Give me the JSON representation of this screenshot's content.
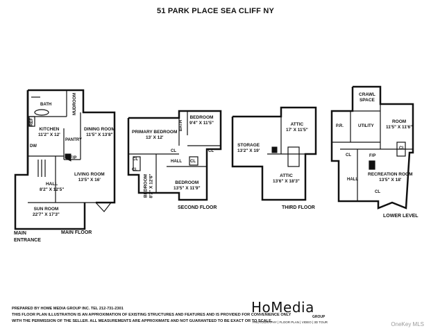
{
  "title": "51 PARK PLACE SEA CLIFF NY",
  "floors": {
    "main": {
      "caption": "MAIN FLOOR",
      "entrance": "MAIN\nENTRANCE",
      "rooms": {
        "bath": "BATH",
        "mudroom": "MUDROOM",
        "ref": "REF",
        "kitchen": "KITCHEN\n11'2\" X 12'",
        "dw": "DW",
        "pantry": "PANTRY",
        "dining": "DINING ROOM\n11'5\" X 13'8\"",
        "fp": "F/P",
        "hall": "HALL\n8'2\" X 12'5\"",
        "living": "LIVING ROOM\n13'5\" X 16'",
        "sun": "SUN ROOM\n22'7\" X 17'3\""
      }
    },
    "second": {
      "caption": "SECOND FLOOR",
      "rooms": {
        "primary": "PRIMARY BEDROOM\n13' X 12'",
        "bath": "BATH",
        "bed1": "BEDROOM\n9'4\" X 11'5\"",
        "hall": "HALL",
        "bed2": "BEDROOM\n13'5\" X 11'9\"",
        "bed3": "BEDROOM\n8'2\" X 12'6\"",
        "cl": "CL"
      }
    },
    "third": {
      "caption": "THIRD FLOOR",
      "rooms": {
        "storage": "STORAGE\n13'2\" X 19'",
        "attic1": "ATTIC\n17' X 11'5\"",
        "attic2": "ATTIC\n13'6\" X 18'3\""
      }
    },
    "lower": {
      "caption": "LOWER LEVEL",
      "rooms": {
        "crawl": "CRAWL\nSPACE",
        "pr": "P.R.",
        "utility": "UTILITY",
        "room": "ROOM\n11'5\" X 11'6\"",
        "hall": "HALL",
        "fp": "F/P",
        "rec": "RECREATION ROOM\n13'5\" X 18'",
        "cl": "CL"
      }
    }
  },
  "footer": {
    "line1": "PREPARED  BY  HOME MEDIA GROUP INC.  TEL 212-731-2301",
    "line2": "THIS FLOOR PLAN ILLUSTRATION IS AN APPROXIMATION OF EXISTING STRUCTURES AND FEATURES AND IS PROVIDED FOR CONVENIENCE ONLY",
    "line3": "WITH THE PERMISSION OF THE SELLER. ALL MEASUREMENTS ARE APPROXIMATE AND NOT GUARANTEED TO BE EXACT OR TO SCALE."
  },
  "logo": {
    "name": "HoMedia",
    "group": "GROUP",
    "tagline": "PHOTOGRAPHY | FLOOR PLAN | VIDEO | 3D TOUR"
  },
  "watermark": "OneKey MLS"
}
